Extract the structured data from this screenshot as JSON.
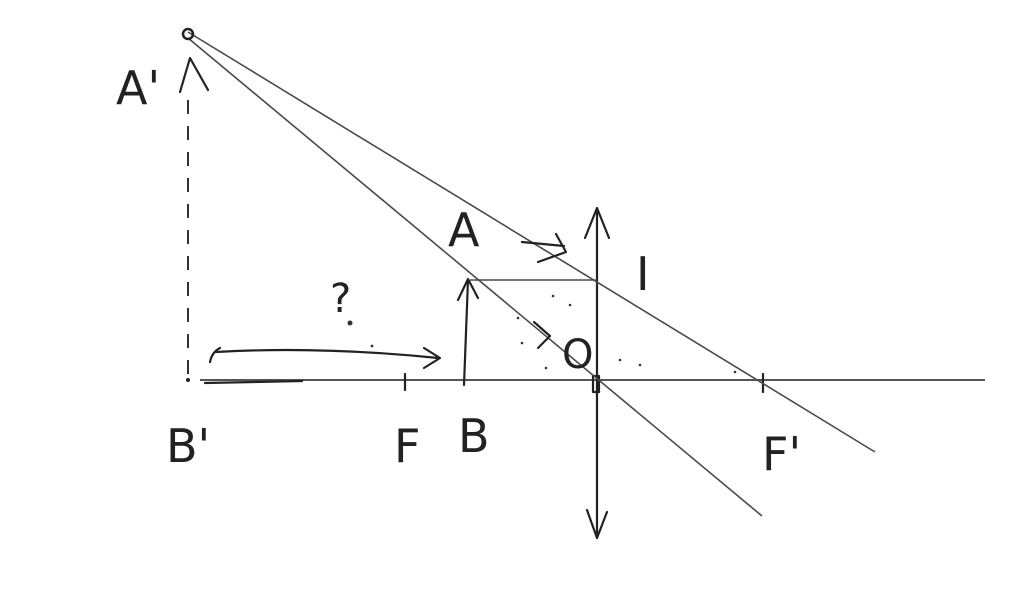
{
  "labels": {
    "image_top": "A'",
    "image_bottom": "B'",
    "object_top": "A",
    "object_bottom": "B",
    "focus_left": "F",
    "focus_right": "F'",
    "lens_center": "O",
    "ray_point": "I",
    "unknown_distance": "?"
  }
}
